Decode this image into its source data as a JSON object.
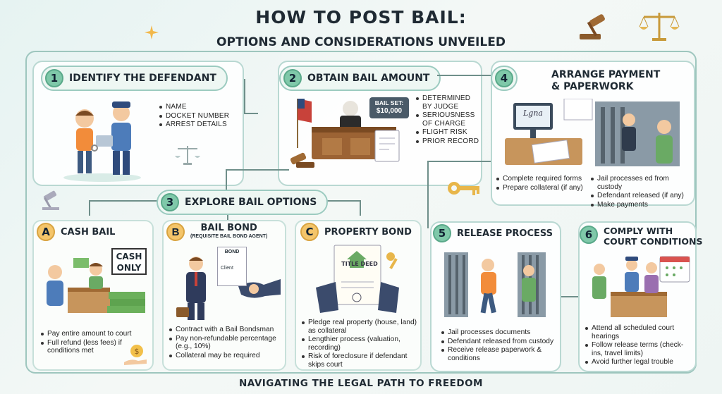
{
  "header": {
    "title": "HOW TO POST BAIL:",
    "subtitle": "OPTIONS AND CONSIDERATIONS UNVEILED"
  },
  "step1": {
    "num": "1",
    "title": "IDENTIFY THE DEFENDANT",
    "items": [
      "NAME",
      "DOCKET NUMBER",
      "ARREST DETAILS"
    ]
  },
  "step2": {
    "num": "2",
    "title": "OBTAIN BAIL AMOUNT",
    "sign_line1": "BAIL SET:",
    "sign_line2": "$10,000",
    "items": [
      "DETERMINED BY JUDGE",
      "SERIOUSNESS OF CHARGE",
      "FLIGHT RISK",
      "PRIOR RECORD"
    ]
  },
  "step4": {
    "num": "4",
    "title_line1": "ARRANGE PAYMENT",
    "title_line2": "& PAPERWORK",
    "screen_text": "Lgna",
    "items_left": [
      "Complete required forms",
      "Prepare collateral (if any)"
    ],
    "items_right": [
      "Jail processes ed from custody",
      "Defendant released (if any)",
      "Make payments"
    ]
  },
  "step3": {
    "num": "3",
    "title": "EXPLORE BAIL OPTIONS"
  },
  "optionA": {
    "letter": "A",
    "title": "CASH BAIL",
    "sign_line1": "CASH",
    "sign_line2": "ONLY",
    "items": [
      "Pay entire amount to court",
      "Full refund (less fees) if conditions met"
    ]
  },
  "optionB": {
    "letter": "B",
    "title": "BAIL BOND",
    "note": "(REQUISITE BAIL BOND AGENT)",
    "doc_title": "BOND",
    "doc_client": "Client",
    "items": [
      "Contract with a Bail Bondsman",
      "Pay non-refundable percentage (e.g., 10%)",
      "Collateral may be required"
    ]
  },
  "optionC": {
    "letter": "C",
    "title": "PROPERTY BOND",
    "deed_text": "TITLE DEED",
    "items": [
      "Pledge real property (house, land) as collateral",
      "Lengthier process (valuation, recording)",
      "Risk of foreclosure if defendant skips court"
    ]
  },
  "step5": {
    "num": "5",
    "title": "RELEASE PROCESS",
    "items": [
      "Jail processes documents",
      "Defendant released from custody",
      "Receive release paperwork & conditions"
    ]
  },
  "step6": {
    "num": "6",
    "title_line1": "COMPLY WITH",
    "title_line2": "COURT CONDITIONS",
    "items": [
      "Attend all scheduled court hearings",
      "Follow release terms (check-ins, travel limits)",
      "Avoid further legal trouble"
    ]
  },
  "footer": {
    "text": "NAVIGATING THE LEGAL PATH TO FREEDOM"
  },
  "colors": {
    "accent": "#7fc8a9",
    "letter": "#f4c56a",
    "border": "#b9d8d2"
  }
}
